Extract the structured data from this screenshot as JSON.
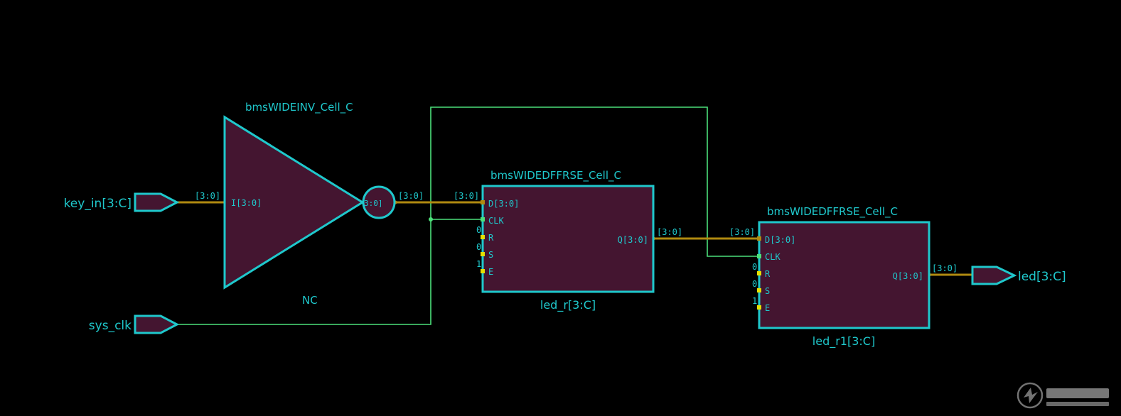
{
  "colors": {
    "background": "#000000",
    "cell_outline": "#1fc8cc",
    "cell_fill": "#441530",
    "bus_wire": "#b08a10",
    "signal_wire": "#4ce07a",
    "pin_stub": "#e6e000",
    "text": "#1fc8cc"
  },
  "ports": {
    "key_in": "key_in[3:C]",
    "sys_clk": "sys_clk",
    "led": "led[3:C]"
  },
  "inverter": {
    "title": "bmsWIDEINV_Cell_C",
    "input_pin": "I[3:0]",
    "output_pin": "3:0]",
    "instance": "NC"
  },
  "ff1": {
    "title": "bmsWIDEDFFRSE_Cell_C",
    "pins": {
      "d": "D[3:0]",
      "clk": "CLK",
      "r": "R",
      "s": "S",
      "e": "E",
      "q": "Q[3:0]"
    },
    "tieoffs": {
      "r": "0",
      "s": "0",
      "e": "1"
    },
    "instance": "led_r[3:C]"
  },
  "ff2": {
    "title": "bmsWIDEDFFRSE_Cell_C",
    "pins": {
      "d": "D[3:0]",
      "clk": "CLK",
      "r": "R",
      "s": "S",
      "e": "E",
      "q": "Q[3:0]"
    },
    "tieoffs": {
      "r": "0",
      "s": "0",
      "e": "1"
    },
    "instance": "led_r1[3:C]"
  },
  "bus_labels": {
    "key_in": "[3:0]",
    "inv_out": "[3:0]",
    "ff1_d": "[3:0]",
    "ff1_q": "[3:0]",
    "ff2_d": "[3:0]",
    "ff2_q": "[3:0]"
  }
}
